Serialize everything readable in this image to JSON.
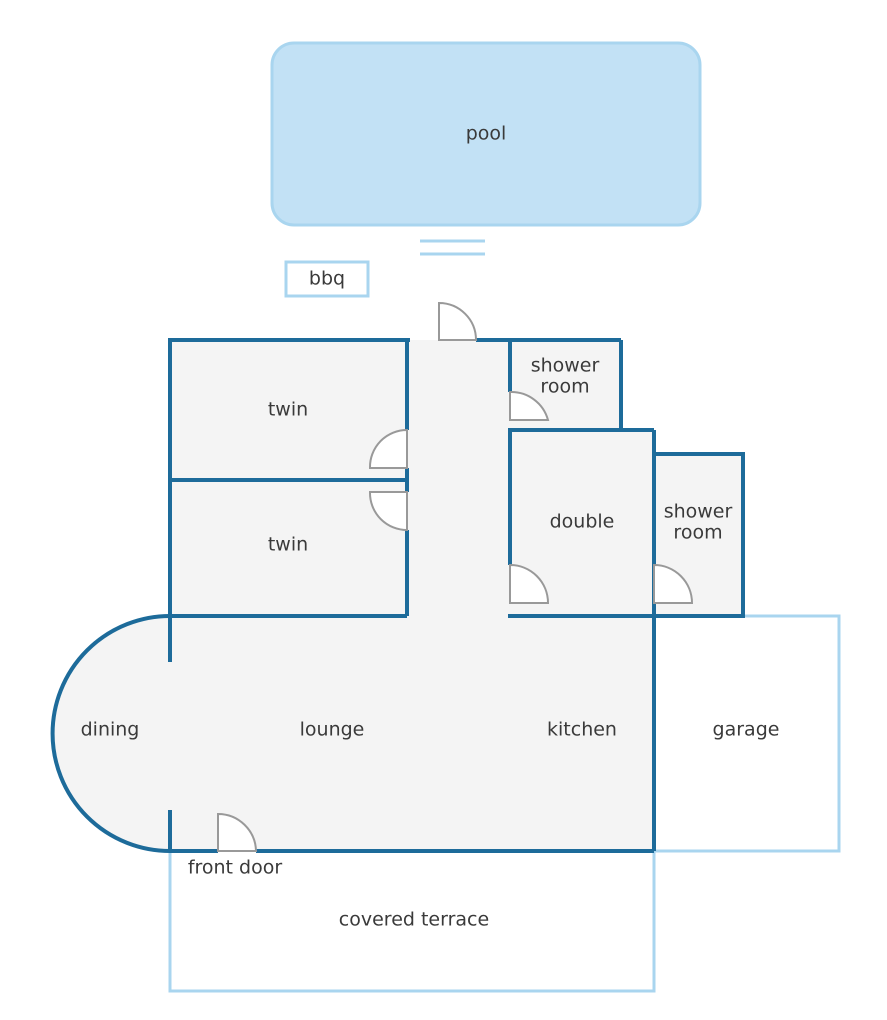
{
  "colors": {
    "wall": "#1d6b9a",
    "floor": "#f4f4f4",
    "pool_fill": "#c2e1f5",
    "outline_light": "#a9d5ef",
    "door": "#999999",
    "text": "#3a3a3a"
  },
  "rooms": {
    "pool": "pool",
    "bbq": "bbq",
    "twin_upper": "twin",
    "twin_lower": "twin",
    "shower_room_1_line1": "shower",
    "shower_room_1_line2": "room",
    "double": "double",
    "shower_room_2_line1": "shower",
    "shower_room_2_line2": "room",
    "dining": "dining",
    "lounge": "lounge",
    "kitchen": "kitchen",
    "garage": "garage",
    "front_door": "front door",
    "covered_terrace": "covered terrace"
  }
}
